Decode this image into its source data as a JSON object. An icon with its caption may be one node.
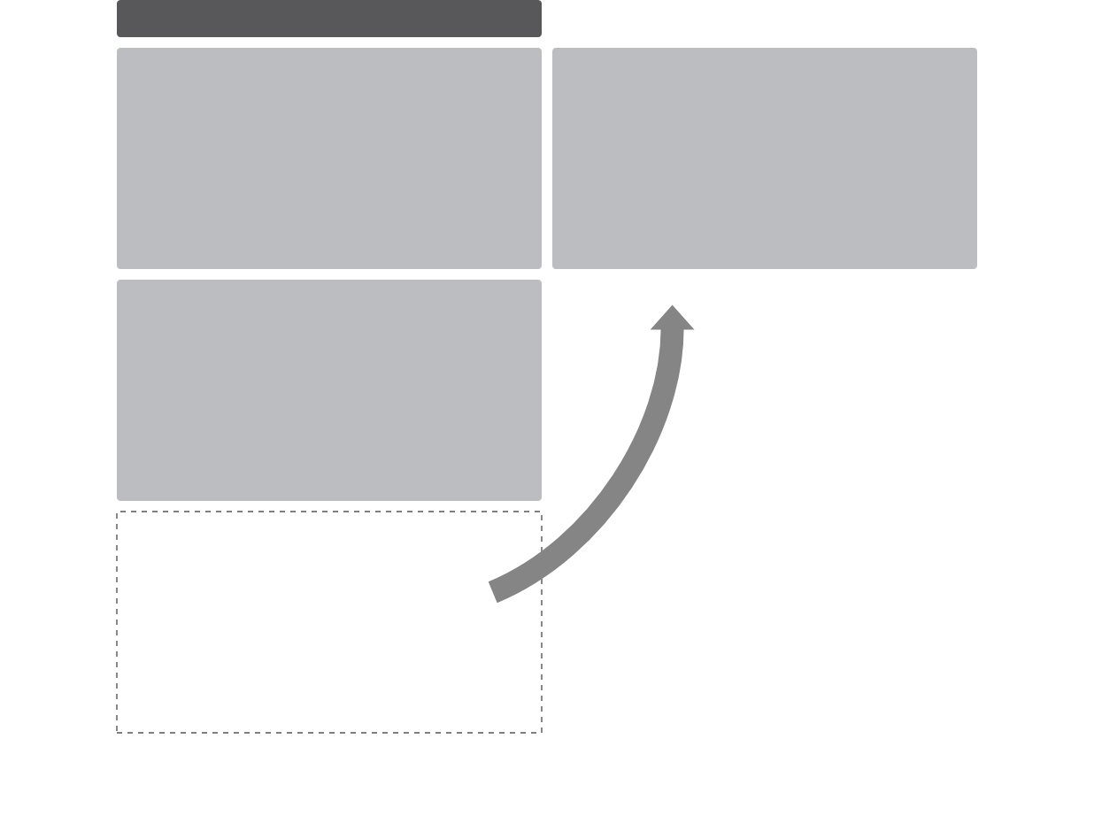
{
  "diagram": {
    "nodes": [
      {
        "text": [],
        "shape": "bar"
      },
      {
        "text": [],
        "shape": "box"
      },
      {
        "text": [],
        "shape": "box"
      },
      {
        "text": [],
        "shape": "box"
      },
      {
        "text": [],
        "shape": "box"
      }
    ],
    "edges": [
      {
        "from": 4,
        "to": 2,
        "arrow": "to"
      }
    ]
  }
}
